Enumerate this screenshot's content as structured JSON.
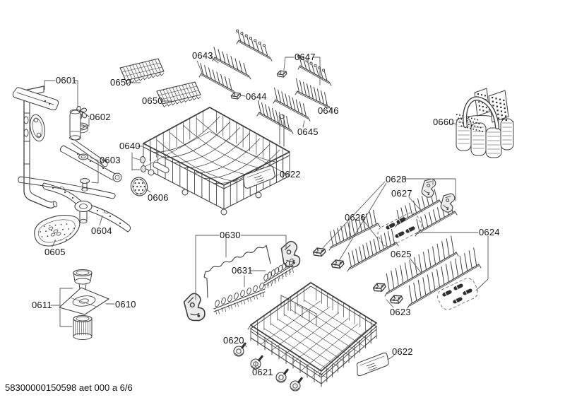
{
  "colors": {
    "background": "#ffffff",
    "line": "#3f3f3f",
    "label_text": "#141414"
  },
  "footer": {
    "doc_code": "58300000150598 aet 000 a 6/6"
  },
  "part_labels": {
    "0601": "0601",
    "0602": "0602",
    "0603": "0603",
    "0604": "0604",
    "0605": "0605",
    "0606": "0606",
    "0610": "0610",
    "0611": "0611",
    "0620": "0620",
    "0621": "0621",
    "0622": "0622",
    "0623": "0623",
    "0624": "0624",
    "0625": "0625",
    "0626": "0626",
    "0627": "0627",
    "0628": "0628",
    "0630": "0630",
    "0631": "0631",
    "0640": "0640",
    "0643": "0643",
    "0644": "0644",
    "0645": "0645",
    "0646": "0646",
    "0647": "0647",
    "0650": "0650",
    "0660": "0660"
  }
}
